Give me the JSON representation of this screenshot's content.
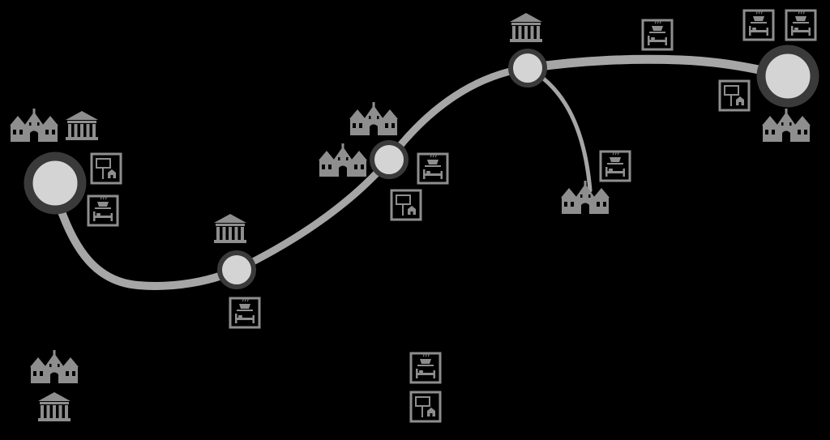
{
  "colors": {
    "background": "#000000",
    "route": "#a6a6a6",
    "node_fill": "#d4d4d4",
    "node_ring": "#3a3a3a",
    "icon": "#8e8e8e"
  },
  "route_segments": [
    {
      "name": "route-segment-1",
      "from": "stop-1",
      "to": "stop-2"
    },
    {
      "name": "route-segment-2",
      "from": "stop-2",
      "to": "stop-3"
    },
    {
      "name": "route-segment-3",
      "from": "stop-3",
      "to": "stop-4"
    },
    {
      "name": "route-segment-4",
      "from": "stop-4",
      "to": "stop-5"
    },
    {
      "name": "route-branch",
      "from": "stop-4",
      "to": "branch-end"
    }
  ],
  "stops": [
    {
      "id": "stop-1",
      "kind": "major"
    },
    {
      "id": "stop-2",
      "kind": "minor"
    },
    {
      "id": "stop-3",
      "kind": "minor"
    },
    {
      "id": "stop-4",
      "kind": "minor"
    },
    {
      "id": "stop-5",
      "kind": "major"
    }
  ],
  "icons": [
    {
      "type": "castle",
      "near": "stop-1"
    },
    {
      "type": "museum",
      "near": "stop-1"
    },
    {
      "type": "real-estate",
      "near": "stop-1"
    },
    {
      "type": "lodging",
      "near": "stop-1"
    },
    {
      "type": "museum",
      "near": "stop-2"
    },
    {
      "type": "lodging",
      "near": "stop-2"
    },
    {
      "type": "castle",
      "near": "stop-3"
    },
    {
      "type": "castle",
      "near": "stop-3"
    },
    {
      "type": "lodging",
      "near": "stop-3"
    },
    {
      "type": "real-estate",
      "near": "stop-3"
    },
    {
      "type": "museum",
      "near": "stop-4"
    },
    {
      "type": "lodging",
      "near": "branch"
    },
    {
      "type": "castle",
      "near": "branch-end"
    },
    {
      "type": "lodging",
      "near": "stop-5"
    },
    {
      "type": "lodging",
      "near": "stop-5"
    },
    {
      "type": "lodging",
      "near": "stop-5"
    },
    {
      "type": "real-estate",
      "near": "stop-5"
    },
    {
      "type": "castle",
      "near": "stop-5"
    },
    {
      "type": "castle",
      "near": "bottom-left"
    },
    {
      "type": "museum",
      "near": "bottom-left"
    },
    {
      "type": "lodging",
      "near": "bottom-center"
    },
    {
      "type": "real-estate",
      "near": "bottom-center"
    }
  ]
}
